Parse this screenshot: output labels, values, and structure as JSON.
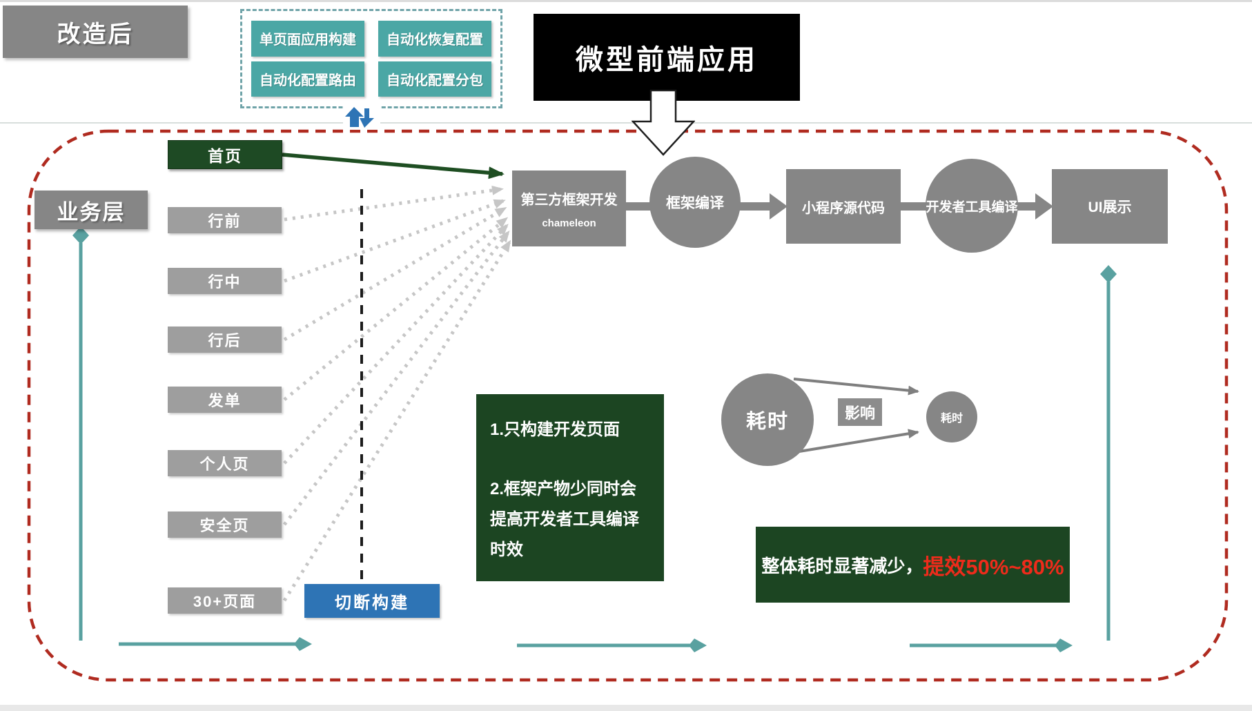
{
  "palette": {
    "teal": "#4ba7a5",
    "teal_line": "#59a1a0",
    "dark_green": "#1c4522",
    "home_green": "#1e4a24",
    "arrow_green": "#1e4e22",
    "blue": "#2e74b5",
    "gray_shape": "#868686",
    "gray_page": "#9e9e9e",
    "dotted_gray": "#c6c6c6",
    "red_border": "#b02b20",
    "red_text": "#ee2b1b",
    "black": "#000000"
  },
  "badge": {
    "label": "改造后"
  },
  "capabilities": {
    "items": [
      "单页面应用构建",
      "自动化恢复配置",
      "自动化配置路由",
      "自动化配置分包"
    ]
  },
  "hero": {
    "title": "微型前端应用"
  },
  "business": {
    "layer_label": "业务层",
    "home": "首页",
    "pages": [
      "行前",
      "行中",
      "行后",
      "发单",
      "个人页",
      "安全页",
      "30+页面"
    ],
    "cut_build": "切断构建"
  },
  "pipeline": {
    "framework_dev_title": "第三方框架开发",
    "framework_dev_subtitle": "chameleon",
    "framework_compile": "框架编译",
    "mini_source": "小程序源代码",
    "devtools_compile": "开发者工具编译",
    "ui_display": "UI展示"
  },
  "notes": {
    "point1": "1.只构建开发页面",
    "point2": "2.框架产物少同时会提高开发者工具编译时效"
  },
  "impact": {
    "from": "耗时",
    "label": "影响",
    "to": "耗时"
  },
  "summary": {
    "plain": "整体耗时显著减少，",
    "highlight": "提效50%~80%"
  }
}
